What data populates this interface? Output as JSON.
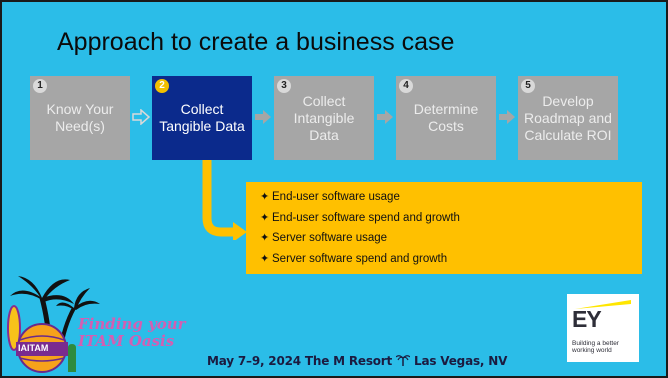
{
  "slide": {
    "title": "Approach to create a business case"
  },
  "steps": [
    {
      "number": "1",
      "label": "Know Your Need(s)",
      "active": false
    },
    {
      "number": "2",
      "label": "Collect Tangible Data",
      "active": true
    },
    {
      "number": "3",
      "label": "Collect Intangible Data",
      "active": false
    },
    {
      "number": "4",
      "label": "Determine Costs",
      "active": false
    },
    {
      "number": "5",
      "label": "Develop Roadmap and Calculate ROI",
      "active": false
    }
  ],
  "details": {
    "bullet": "✦",
    "items": [
      "End-user software usage",
      "End-user software spend and growth",
      "Server software usage",
      "Server software spend and growth"
    ]
  },
  "footer": {
    "event": "May 7–9, 2024  The M Resort",
    "location": "Las Vegas, NV"
  },
  "logo": {
    "brand": "IAITAM",
    "tagline_line1": "Finding your",
    "tagline_line2": "ITAM Oasis"
  },
  "sponsor": {
    "mark": "EY",
    "tagline": "Building a better working world"
  },
  "colors": {
    "background": "#2bbde8",
    "active_step": "#0b2a8c",
    "inactive_step": "#a6a6a6",
    "highlight": "#ffc000"
  }
}
